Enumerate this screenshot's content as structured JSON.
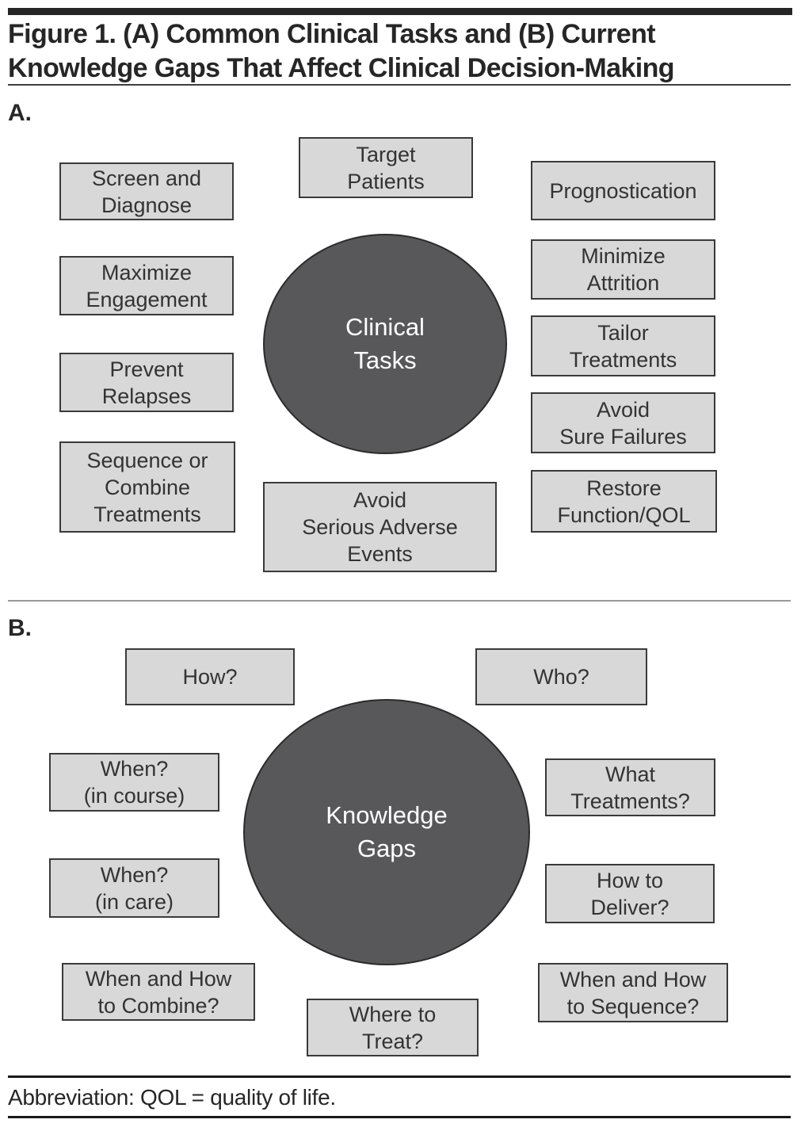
{
  "header": {
    "title_line1": "Figure 1. (A) Common Clinical Tasks and (B) Current",
    "title_line2": "Knowledge Gaps That Affect Clinical Decision-Making"
  },
  "panel_a": {
    "label": "A.",
    "circle_label": "Clinical\nTasks",
    "boxes": {
      "target_patients": "Target\nPatients",
      "screen_and_diagnose": "Screen and\nDiagnose",
      "prognostication": "Prognostication",
      "maximize_engagement": "Maximize\nEngagement",
      "minimize_attrition": "Minimize\nAttrition",
      "prevent_relapses": "Prevent\nRelapses",
      "tailor_treatments": "Tailor\nTreatments",
      "avoid_sure_failures": "Avoid\nSure Failures",
      "sequence_or_combine_treatments": "Sequence or\nCombine\nTreatments",
      "avoid_serious_adverse_events": "Avoid\nSerious Adverse\nEvents",
      "restore_function_qol": "Restore\nFunction/QOL"
    }
  },
  "panel_b": {
    "label": "B.",
    "circle_label": "Knowledge\nGaps",
    "boxes": {
      "how": "How?",
      "who": "Who?",
      "when_in_course": "When?\n(in course)",
      "what_treatments": "What\nTreatments?",
      "when_in_care": "When?\n(in care)",
      "how_to_deliver": "How to\nDeliver?",
      "when_and_how_to_combine": "When and How\nto Combine?",
      "where_to_treat": "Where to\nTreat?",
      "when_and_how_to_sequence": "When and How\nto Sequence?"
    }
  },
  "footer": {
    "abbreviation": "Abbreviation: QOL = quality of life."
  },
  "colors": {
    "box_fill": "#d8d8d8",
    "box_border": "#3a3a3a",
    "circle_fill": "#58585a",
    "circle_border": "#2b2b2b",
    "ink": "#262626",
    "box_text": "#333333",
    "circle_text": "#ffffff",
    "divider": "#999999"
  }
}
